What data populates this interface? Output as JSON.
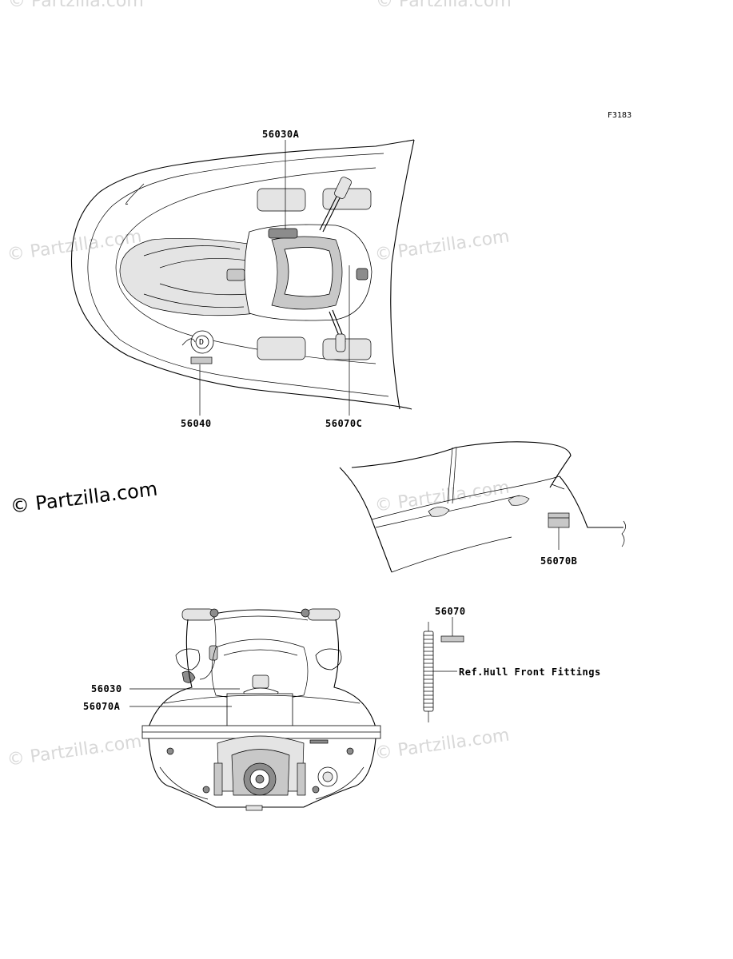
{
  "figure_code": "F3183",
  "watermarks": {
    "small": "© Partzilla.com",
    "big": "© Partzilla.com"
  },
  "callouts": {
    "p56030A": "56030A",
    "p56040": "56040",
    "p56070C": "56070C",
    "p56070B": "56070B",
    "p56070": "56070",
    "p56030": "56030",
    "p56070A": "56070A",
    "ref_hull": "Ref.Hull Front Fittings"
  }
}
